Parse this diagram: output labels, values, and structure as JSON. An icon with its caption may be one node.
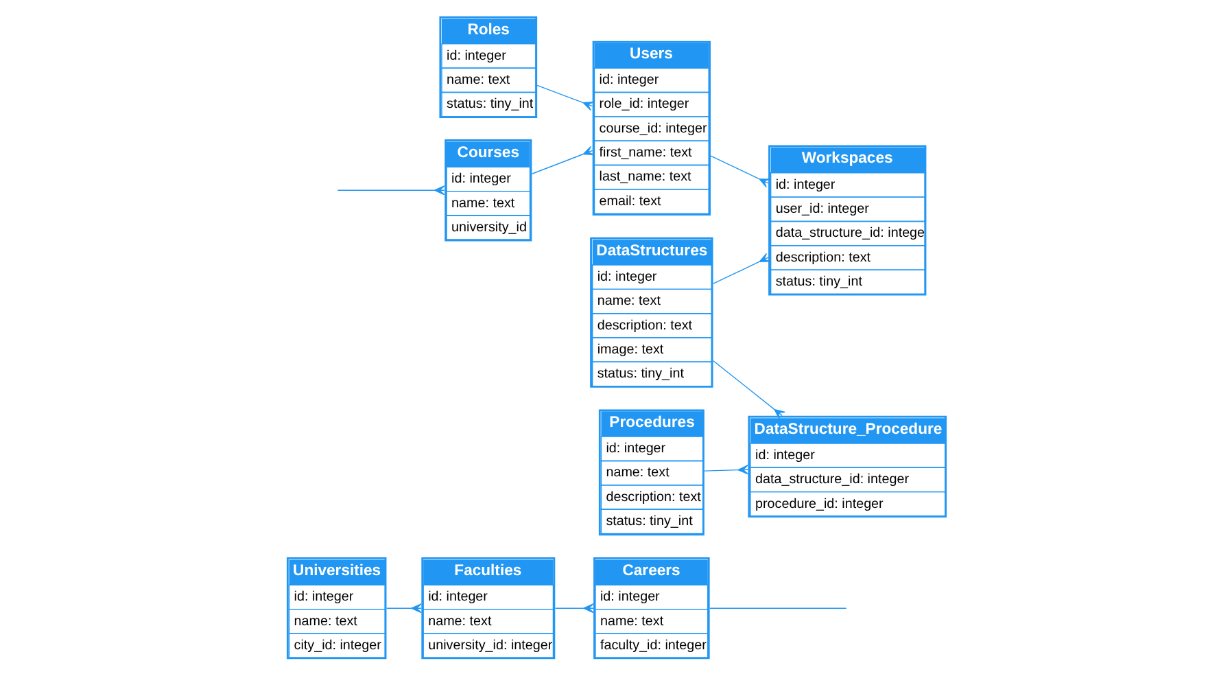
{
  "diagram": {
    "nodes": [
      {
        "text": [
          "Universities",
          "id: integer",
          "name: text",
          "city_id: integer"
        ]
      },
      {
        "text": [
          "Faculties",
          "id: integer",
          "name: text",
          "university_id: integer"
        ]
      },
      {
        "text": [
          "Careers",
          "id: integer",
          "name: text",
          "faculty_id: integer"
        ]
      },
      {
        "text": [
          "Workspaces",
          "id: integer",
          "user_id: integer",
          "data_structure_id: intege",
          "description: text",
          "status: tiny_int"
        ]
      },
      {
        "text": [
          "Roles",
          "id: integer",
          "name: text",
          "status: tiny_int"
        ]
      },
      {
        "text": [
          "Courses",
          "id: integer",
          "name: text",
          "university_id"
        ]
      },
      {
        "text": [
          "Procedures",
          "id: integer",
          "name: text",
          "description: text",
          "status: tiny_int"
        ]
      },
      {
        "text": [
          "Users",
          "id: integer",
          "role_id: integer",
          "course_id: integer",
          "first_name: text",
          "last_name: text",
          "email: text"
        ]
      },
      {
        "text": [
          "DataStructures",
          "id: integer",
          "name: text",
          "description: text",
          "image: text",
          "status: tiny_int"
        ]
      },
      {
        "text": [
          "DataStructure_Procedure",
          "id: integer",
          "data_structure_id: integer",
          "procedure_id: integer"
        ]
      }
    ],
    "edges": [
      {
        "from": 0,
        "to": 1,
        "arrow": "other"
      },
      {
        "from": 1,
        "to": 2,
        "arrow": "other"
      },
      {
        "from": 2,
        "to": null,
        "arrow": "none"
      },
      {
        "from": null,
        "to": 5,
        "arrow": "other"
      },
      {
        "from": 7,
        "to": 3,
        "arrow": "other"
      },
      {
        "from": 8,
        "to": 3,
        "arrow": "other"
      },
      {
        "from": 4,
        "to": 7,
        "arrow": "other"
      },
      {
        "from": 5,
        "to": 7,
        "arrow": "other"
      },
      {
        "from": 6,
        "to": 9,
        "arrow": "other"
      },
      {
        "from": 8,
        "to": 9,
        "arrow": "other"
      }
    ]
  }
}
